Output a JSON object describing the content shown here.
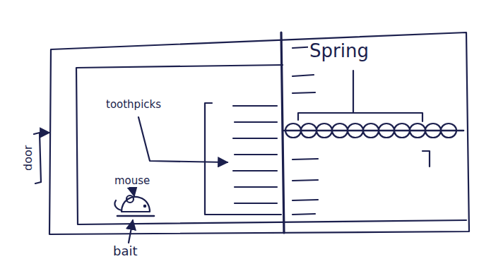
{
  "diagram": {
    "labels": [
      "door",
      "toothpicks",
      "Spring",
      "mouse",
      "bait"
    ]
  }
}
